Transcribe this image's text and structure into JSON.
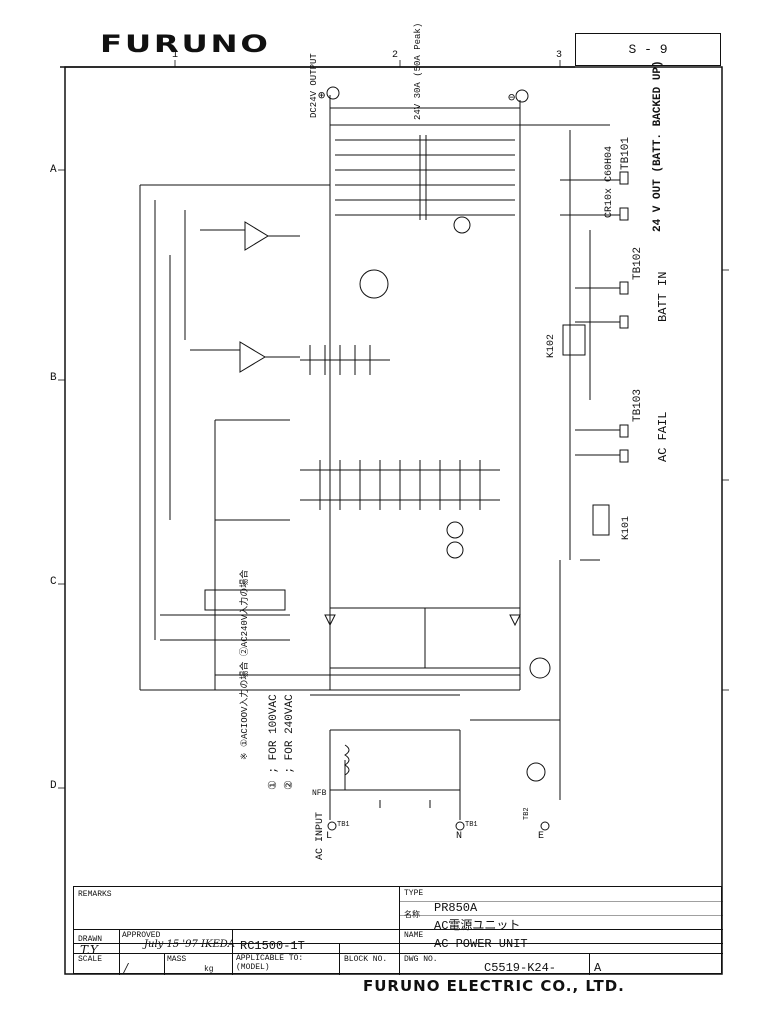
{
  "brand": "FURUNO",
  "sheet_number": "S - 9",
  "grid": {
    "columns": [
      "1",
      "2",
      "3"
    ],
    "rows": [
      "A",
      "B",
      "C",
      "D"
    ]
  },
  "annotations": {
    "dc_output": "DC24V OUTPUT",
    "rating": "24V 30A (50A Peak)",
    "plus": "⊕",
    "minus": "⊖",
    "tb101": "TB101",
    "tb101_desc": "24 V OUT (BATT. BACKED UP)",
    "tb102": "TB102",
    "batt_in": "BATT IN",
    "tb103": "TB103",
    "ac_fail": "AC FAIL",
    "cr10x": "CR10x C60H04",
    "k102": "K102",
    "k101": "K101",
    "ac_input": "AC INPUT",
    "note_jp": "※ ①ACIOOV入力の場合 ②AC240V入力の場合",
    "note_1": "① ; FOR 100VAC",
    "note_2": "② ; FOR 240VAC",
    "terminal_l": "L",
    "terminal_n": "N",
    "terminal_e": "E",
    "tb1": "TB1",
    "tb2": "TB2",
    "nfb": "NFB"
  },
  "title_block": {
    "remarks_label": "REMARKS",
    "type_label": "TYPE",
    "type_value": "PR850A",
    "name_jp_label": "名称",
    "name_jp_value": "AC電源ユニット",
    "name_label": "NAME",
    "name_value": "AC POWER UNIT",
    "drawn_label": "DRAWN",
    "drawn_value": "T.Y",
    "approved_label": "APPROVED",
    "approved_value": "July 15 '97 IKEDA",
    "scale_label": "SCALE",
    "scale_value": "/",
    "mass_label": "MASS",
    "mass_unit": "kg",
    "applicable_label": "APPLICABLE TO: (MODEL)",
    "applicable_value": "RC1500-1T",
    "block_label": "BLOCK NO.",
    "dwg_label": "DWG NO.",
    "dwg_value": "C5519-K24-",
    "revision": "A"
  },
  "footer": "FURUNO ELECTRIC CO., LTD."
}
